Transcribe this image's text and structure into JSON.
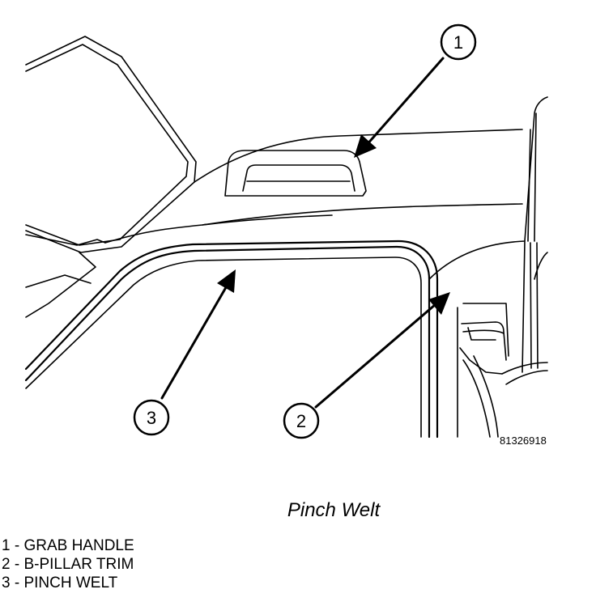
{
  "figure": {
    "id_number": "81326918",
    "caption": "Pinch Welt"
  },
  "callouts": [
    {
      "number": "1",
      "part": "grab-handle"
    },
    {
      "number": "2",
      "part": "b-pillar-trim"
    },
    {
      "number": "3",
      "part": "pinch-welt"
    }
  ],
  "legend": [
    {
      "text": "1 - GRAB HANDLE"
    },
    {
      "text": "2 - B-PILLAR TRIM"
    },
    {
      "text": "3 - PINCH WELT"
    }
  ]
}
